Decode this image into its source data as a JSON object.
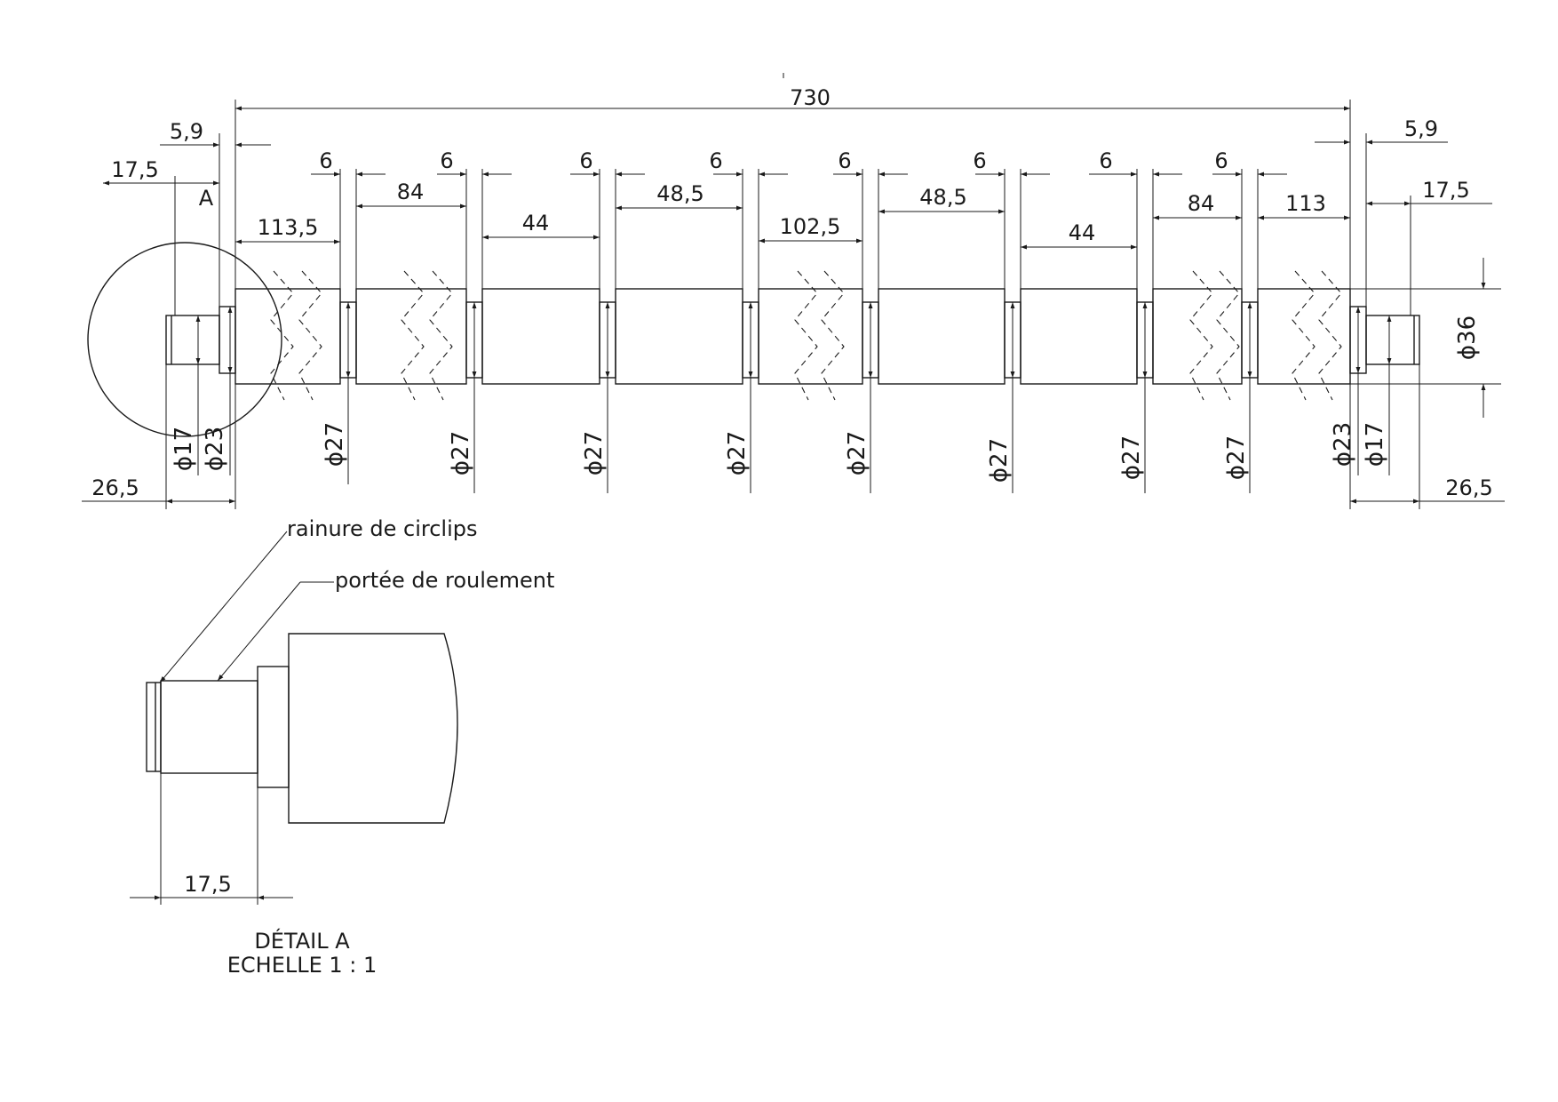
{
  "drawing": {
    "overall_length": "730",
    "collar_left": "5,9",
    "collar_right": "5,9",
    "end_left": "17,5",
    "end_right": "17,5",
    "detail_ref": "A",
    "roller_lengths": [
      "113,5",
      "84",
      "44",
      "48,5",
      "102,5",
      "48,5",
      "44",
      "84",
      "113"
    ],
    "gap_length": "6",
    "diameters": {
      "roller": "ϕ36",
      "gap": "ϕ27",
      "shoulder": "ϕ23",
      "journal": "ϕ17"
    },
    "bottom_left": "26,5",
    "bottom_right": "26,5"
  },
  "detail": {
    "callout_groove": "rainure de circlips",
    "callout_bearing": "portée de roulement",
    "dim": "17,5",
    "title": "DÉTAIL A",
    "scale": "ECHELLE 1 : 1"
  }
}
